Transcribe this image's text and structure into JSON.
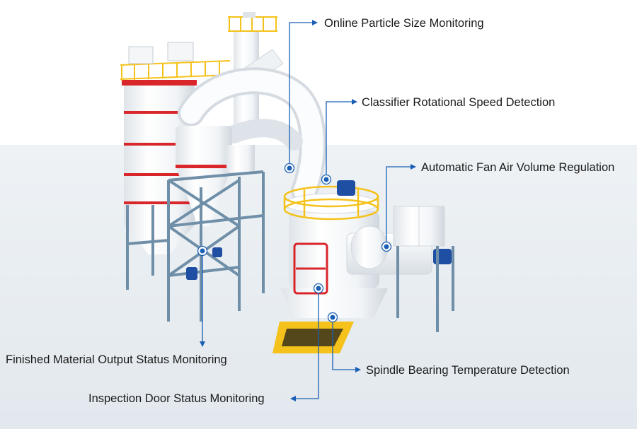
{
  "callouts": {
    "online_particle": "Online Particle Size Monitoring",
    "classifier_speed": "Classifier Rotational Speed Detection",
    "fan_air_volume": "Automatic Fan Air Volume Regulation",
    "finished_material": "Finished Material Output Status Monitoring",
    "spindle_bearing": "Spindle Bearing Temperature Detection",
    "inspection_door": "Inspection Door Status Monitoring"
  },
  "colors": {
    "leader": "#1a5fb4",
    "accent_red": "#d9262b",
    "railing_yellow": "#f5c21b",
    "frame_blue": "#6f8fa8",
    "motor_blue": "#1f4fa3",
    "floor": "#e9eef2"
  }
}
